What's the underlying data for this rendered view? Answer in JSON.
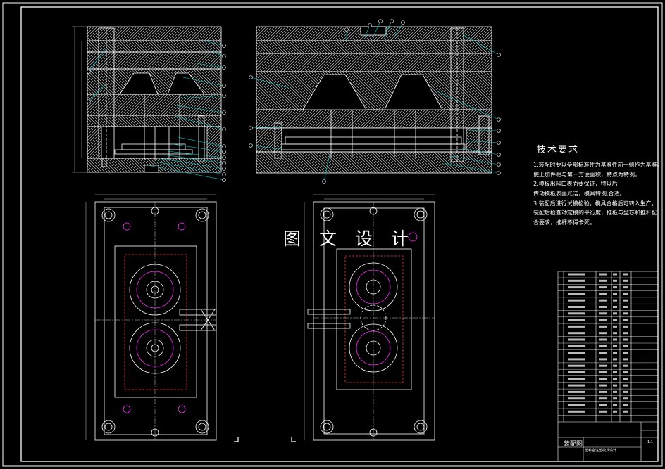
{
  "watermark": "图 文 设 计",
  "tech_requirements": {
    "title": "技术要求",
    "lines": [
      "1.装配时要以全部标准件为基准件前一侧作为基准。",
      "使上加件相与第一方便面积，特点为特例。",
      "2.模板出料口表面要保证，特以后",
      "传动模板表面光洁，模具特例,合适。",
      "3.装配后进行试模检验，模具合格后可转入生产。",
      "装配后检查动定模的平行度，推板与型芯和推杆配",
      "合要求，推杆不得卡死。"
    ]
  },
  "title_block": {
    "name": "装配图",
    "drawing_name": "塑料盒注塑模具设计",
    "scale": "1:1"
  },
  "colors": {
    "line": "#ffffff",
    "leader": "#00cccc",
    "accent": "#ff33ff",
    "hidden": "#ff3030",
    "dim": "#c8c8c8"
  }
}
